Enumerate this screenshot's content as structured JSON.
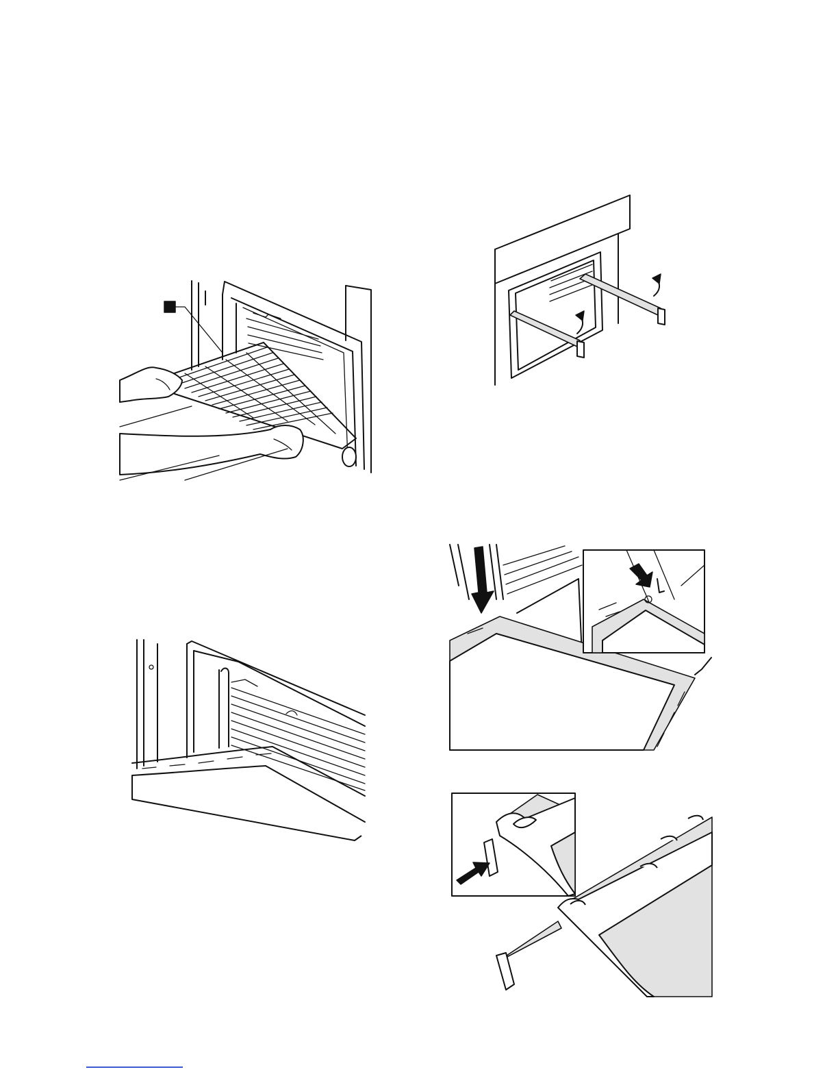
{
  "figures": [
    {
      "id": "fig-rack",
      "icon": "oven-wire-rack-removal-illustration"
    },
    {
      "id": "fig-telescopic",
      "icon": "telescopic-rails-illustration"
    },
    {
      "id": "fig-oven-interior",
      "icon": "oven-interior-side-racks-illustration"
    },
    {
      "id": "fig-tray-insert",
      "icon": "tray-insertion-illustration"
    },
    {
      "id": "fig-tray-rail",
      "icon": "tray-rail-detail-illustration"
    }
  ],
  "colors": {
    "line": "#111111",
    "shade": "#e2e2e2",
    "footer_rule": "#3a5bd0"
  }
}
